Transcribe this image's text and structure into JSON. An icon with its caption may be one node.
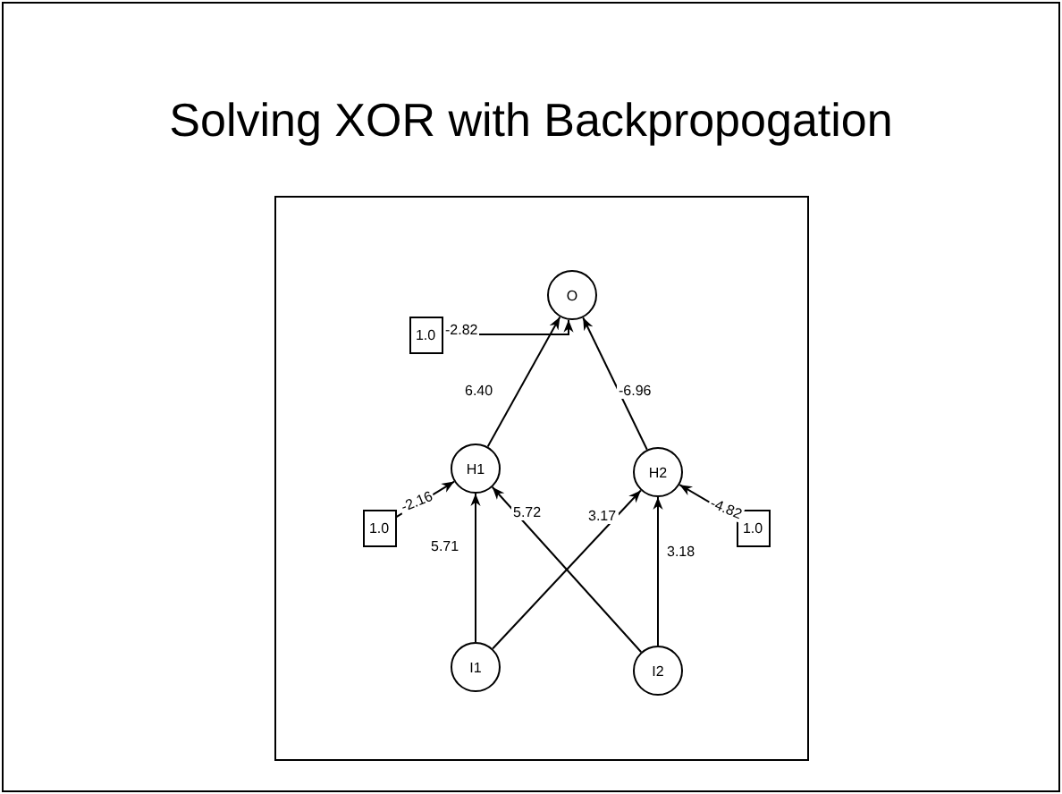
{
  "diagram": {
    "title": "Solving XOR with Backpropogation",
    "nodes": [
      {
        "text": [
          "O"
        ]
      },
      {
        "text": [
          "1.0"
        ]
      },
      {
        "text": [
          "H1"
        ]
      },
      {
        "text": [
          "H2"
        ]
      },
      {
        "text": [
          "1.0"
        ]
      },
      {
        "text": [
          "1.0"
        ]
      },
      {
        "text": [
          "I1"
        ]
      },
      {
        "text": [
          "I2"
        ]
      }
    ],
    "edges": [
      {
        "from": 1,
        "to": 0,
        "arrow": "to",
        "label": "-2.82"
      },
      {
        "from": 2,
        "to": 0,
        "arrow": "to",
        "label": "6.40"
      },
      {
        "from": 3,
        "to": 0,
        "arrow": "to",
        "label": "-6.96"
      },
      {
        "from": 4,
        "to": 2,
        "arrow": "to",
        "label": "-2.16"
      },
      {
        "from": 6,
        "to": 2,
        "arrow": "to",
        "label": "5.71"
      },
      {
        "from": 7,
        "to": 2,
        "arrow": "to",
        "label": "5.72"
      },
      {
        "from": 6,
        "to": 3,
        "arrow": "to",
        "label": "3.17"
      },
      {
        "from": 7,
        "to": 3,
        "arrow": "to",
        "label": "3.18"
      },
      {
        "from": 5,
        "to": 3,
        "arrow": "to",
        "label": "-4.82"
      }
    ]
  }
}
